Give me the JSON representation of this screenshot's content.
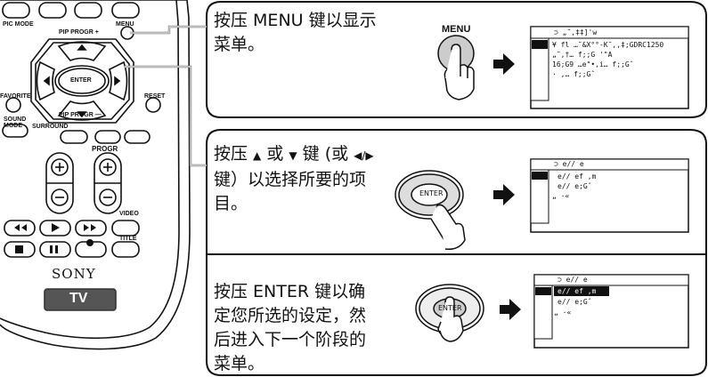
{
  "remote": {
    "labels": {
      "pic_mode": "PIC MODE",
      "menu": "MENU",
      "pip_prog_plus": "PIP PROGR +",
      "enter": "ENTER",
      "favorite": "FAVORITE",
      "reset": "RESET",
      "pip_prog_minus": "PIP PROGR —",
      "sound_mode": "SOUND\nMODE",
      "surround": "SURROUND",
      "progr": "PROGR",
      "video": "VIDEO",
      "title": "TITLE",
      "brand": "SONY",
      "tv": "TV"
    }
  },
  "steps": [
    {
      "text": "按压 MENU 键以显示\n菜单。",
      "button_label": "MENU"
    },
    {
      "text_parts": [
        "按压 ",
        "▲",
        " 或 ",
        "▼",
        " 键 (或 ",
        "◀/▶",
        "\n键）以选择所要的项\n目。"
      ],
      "button_label": "ENTER"
    },
    {
      "text": "按压 ENTER 键以确\n定您所选的设定，然\n后进入下一个阶段的\n菜单。",
      "button_label": "ENTER"
    }
  ],
  "osd": {
    "screen1": [
      "⊃ „˜,‡‡]'w",
      "¥ fl …˜&X°°-K˜‚,‡;GDRC1250",
      "„˜,†… f;;G '\"A",
      "16;G9 …e\"•,i… f;;Gˆ",
      "· ,… f;;Gˆ"
    ],
    "screen2": [
      "⊃  e// e",
      "e// ef ,m",
      "e// e;Gˆ",
      "„ ·«"
    ],
    "screen3": [
      "⊃  e// e",
      "e// ef ,m",
      "e// e;Gˆ",
      "„ ·«"
    ]
  }
}
